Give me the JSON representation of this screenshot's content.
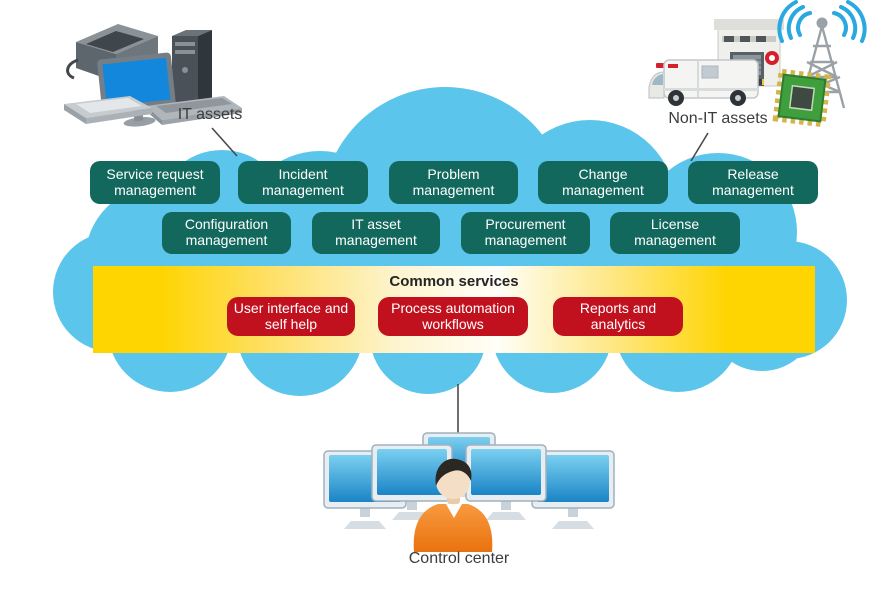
{
  "labels": {
    "it_assets": "IT assets",
    "non_it_assets": "Non-IT assets",
    "control_center": "Control center"
  },
  "modules": [
    {
      "label": "Service request management"
    },
    {
      "label": "Incident management"
    },
    {
      "label": "Problem management"
    },
    {
      "label": "Change management"
    },
    {
      "label": "Release management"
    },
    {
      "label": "Configuration management"
    },
    {
      "label": "IT asset management"
    },
    {
      "label": "Procurement management"
    },
    {
      "label": "License management"
    }
  ],
  "common_services": {
    "title": "Common services",
    "items": [
      {
        "label": "User interface and self help"
      },
      {
        "label": "Process automation workflows"
      },
      {
        "label": "Reports and analytics"
      }
    ]
  },
  "icons": {
    "it_assets": [
      "printer-icon",
      "desktop-monitor-icon",
      "tower-pc-icon",
      "keyboard-icon",
      "scanner-icon"
    ],
    "non_it_assets": [
      "building-icon",
      "ambulance-icon",
      "radio-tower-icon",
      "microchip-icon"
    ],
    "control_center": [
      "monitor-icon",
      "operator-person-icon"
    ]
  },
  "colors": {
    "cloud": "#5bc5ec",
    "module_pill": "#12685c",
    "band_yellow": "#fed500",
    "service_pill": "#c1111e",
    "label_text": "#3c3c3c",
    "pill_text": "#ffffff"
  }
}
